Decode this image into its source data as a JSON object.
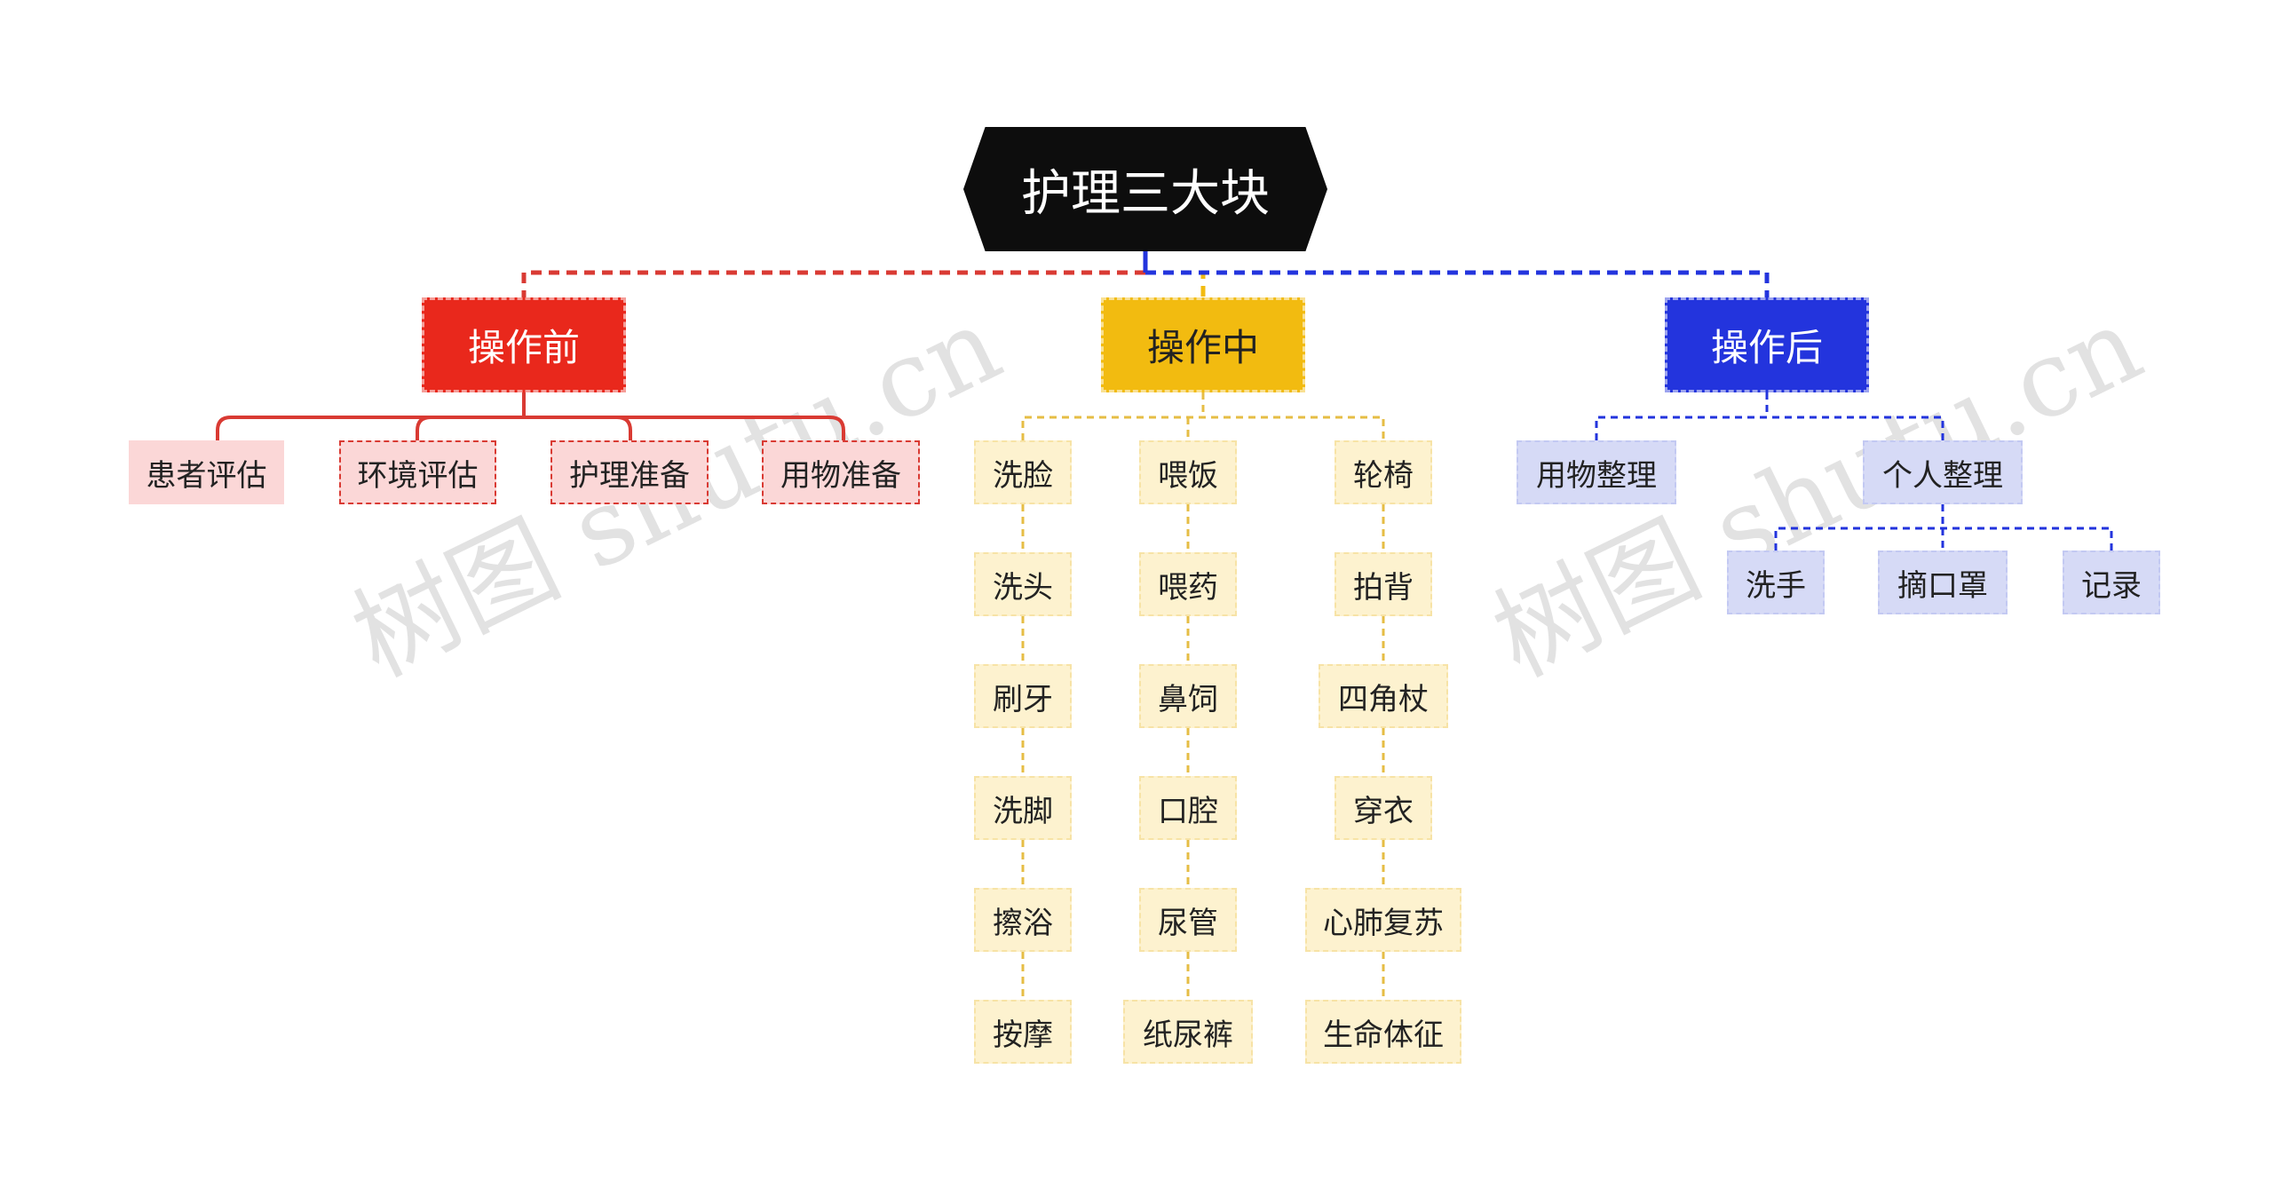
{
  "colors": {
    "root_bg": "#0d0d0d",
    "before": "#e9281c",
    "during": "#f2bb10",
    "after": "#2334dd",
    "red_leaf_bg": "#fbd7d7",
    "yellow_leaf_bg": "#fdf2cf",
    "blue_leaf_bg": "#d6daf6"
  },
  "root": {
    "label": "护理三大块"
  },
  "before": {
    "label": "操作前",
    "children": [
      "患者评估",
      "环境评估",
      "护理准备",
      "用物准备"
    ]
  },
  "during": {
    "label": "操作中",
    "columns": [
      [
        "洗脸",
        "洗头",
        "刷牙",
        "洗脚",
        "擦浴",
        "按摩"
      ],
      [
        "喂饭",
        "喂药",
        "鼻饲",
        "口腔",
        "尿管",
        "纸尿裤"
      ],
      [
        "轮椅",
        "拍背",
        "四角杖",
        "穿衣",
        "心肺复苏",
        "生命体征"
      ]
    ]
  },
  "after": {
    "label": "操作后",
    "children": [
      "用物整理",
      "个人整理"
    ],
    "sub_children": [
      "洗手",
      "摘口罩",
      "记录"
    ]
  },
  "watermarks": [
    "树图 shutu.cn",
    "树图 shutu.cn"
  ]
}
